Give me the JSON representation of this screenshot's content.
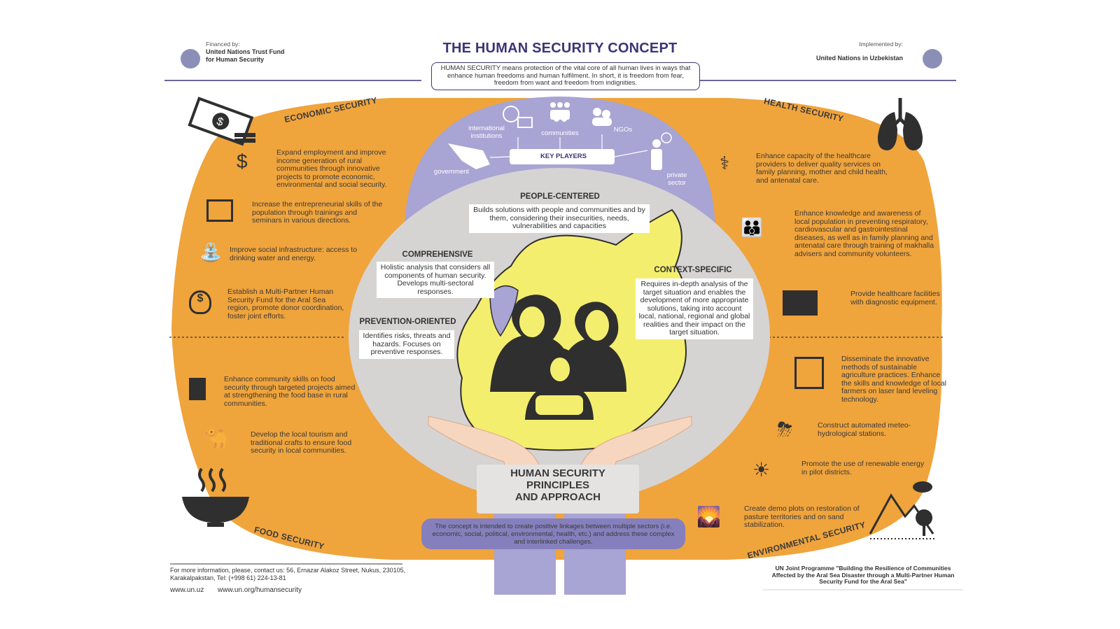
{
  "header": {
    "title": "THE HUMAN SECURITY CONCEPT",
    "financed_label": "Financed by:",
    "financed_org_line1": "United Nations Trust Fund",
    "financed_org_line2": "for Human Security",
    "implemented_label": "Implemented by:",
    "implemented_org": "United Nations in Uzbekistan",
    "definition": "HUMAN SECURITY means protection of the vital core of all human lives in ways that enhance human freedoms and human fulfilment. In short, it is freedom from fear, freedom from want and freedom from indignities."
  },
  "sections": {
    "economic": "ECONOMIC SECURITY",
    "health": "HEALTH SECURITY",
    "food": "FOOD SECURITY",
    "environmental": "ENVIRONMENTAL SECURITY"
  },
  "economic_items": [
    "Expand employment and improve income generation of rural communities through innovative projects to promote economic, environmental and social security.",
    "Increase the entrepreneurial skills of the population through trainings and seminars in various directions.",
    "Improve social infrastructure: access to drinking water and energy.",
    "Establish a Multi-Partner Human Security Fund for the Aral Sea region, promote donor coordination, foster joint efforts."
  ],
  "food_items": [
    "Enhance community skills on food security through targeted projects aimed at strengthening the food base in rural communities.",
    "Develop the local tourism and traditional crafts to ensure food security in local communities."
  ],
  "health_items": [
    "Enhance capacity of the healthcare providers to deliver quality services on family planning, mother and child health, and antenatal care.",
    "Enhance knowledge and awareness of local population in preventing respiratory, cardiovascular and gastrointestinal diseases, as well as in family planning and antenatal care through training of makhalla advisers and community volunteers.",
    "Provide healthcare facilities with diagnostic equipment."
  ],
  "environmental_items": [
    "Disseminate the innovative methods of sustainable agriculture practices. Enhance the skills and knowledge of local farmers on laser land leveling technology.",
    "Construct automated meteo-hydrological stations.",
    "Promote the use of renewable energy in pilot districts.",
    "Create demo plots on restoration of pasture territories and on sand stabilization."
  ],
  "key_players": {
    "label": "KEY PLAYERS",
    "international": "international institutions",
    "communities": "communities",
    "ngos": "NGOs",
    "government": "government",
    "private": "private sector"
  },
  "principles": {
    "people_centered_title": "PEOPLE-CENTERED",
    "people_centered_text": "Builds solutions with people and communities and by them, considering their insecurities, needs, vulnerabilities and capacities",
    "comprehensive_title": "COMPREHENSIVE",
    "comprehensive_text": "Holistic analysis that considers all components of human security. Develops multi-sectoral responses.",
    "context_title": "CONTEXT-SPECIFIC",
    "context_text": "Requires in-depth analysis of the target situation and enables the development of more appropriate solutions, taking into account local, national, regional and global realities and their impact on the target situation.",
    "prevention_title": "PREVENTION-ORIENTED",
    "prevention_text": "Identifies risks, threats and hazards. Focuses on preventive responses."
  },
  "center": {
    "title_line1": "HUMAN SECURITY",
    "title_line2": "PRINCIPLES",
    "title_line3": "AND APPROACH",
    "concept_text": "The concept is intended to create positive linkages between multiple sectors (i.e. economic, social, political, environmental, health, etc.) and address these complex and interlinked challenges."
  },
  "footer": {
    "contact": "For more information, please, contact us: 56, Ernazar Alakoz Street, Nukus, 230105, Karakalpakstan, Tel: (+998 61) 224-13-81",
    "site1": "www.un.uz",
    "site2": "www.un.org/humansecurity",
    "programme": "UN Joint Programme \"Building the Resilience of Communities Affected by the Aral Sea Disaster through a Multi-Partner Human Security Fund for the Aral Sea\""
  },
  "colors": {
    "orange": "#f0a43c",
    "purple": "#a8a4d4",
    "grey": "#d9d6d6",
    "yellow": "#f4ee6e",
    "navy": "#3c3576",
    "dark": "#2f2f2f"
  }
}
